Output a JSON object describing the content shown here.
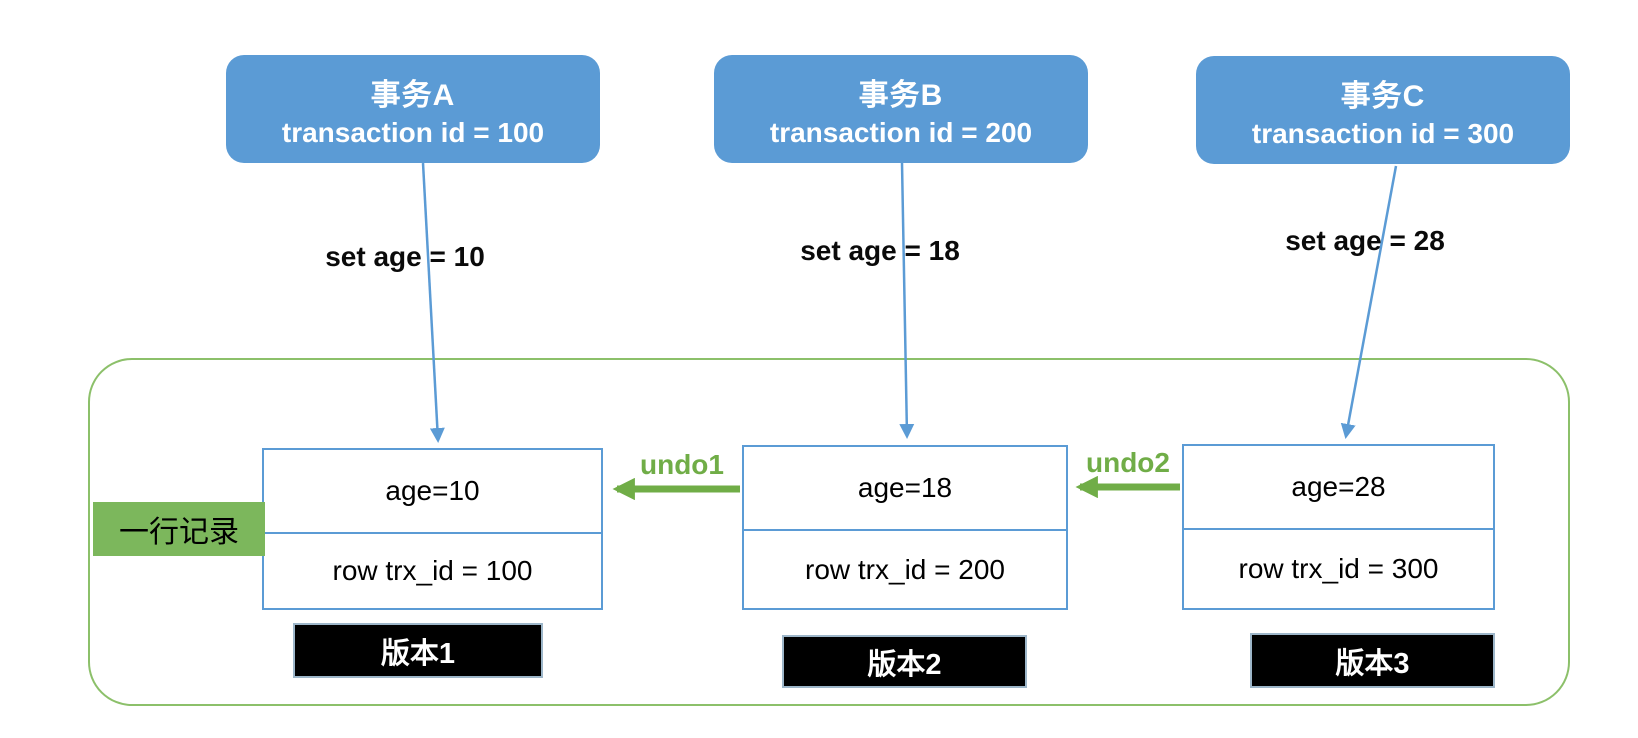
{
  "diagram": {
    "transactions": [
      {
        "name": "事务A",
        "id_label": "transaction id = 100",
        "action": "set age = 10"
      },
      {
        "name": "事务B",
        "id_label": "transaction id = 200",
        "action": "set age = 18"
      },
      {
        "name": "事务C",
        "id_label": "transaction id = 300",
        "action": "set age = 28"
      }
    ],
    "record_label": "一行记录",
    "versions": [
      {
        "value": "age=10",
        "trx_label": "row trx_id = 100",
        "tag": "版本1"
      },
      {
        "value": "age=18",
        "trx_label": "row trx_id = 200",
        "tag": "版本2"
      },
      {
        "value": "age=28",
        "trx_label": "row trx_id = 300",
        "tag": "版本3"
      }
    ],
    "undo_links": [
      {
        "label": "undo1"
      },
      {
        "label": "undo2"
      }
    ],
    "colors": {
      "blue": "#5b9bd5",
      "green": "#70ad47",
      "green_light": "#8cc06a",
      "label_green": "#7cb75c",
      "tag_bg": "#000000"
    }
  }
}
